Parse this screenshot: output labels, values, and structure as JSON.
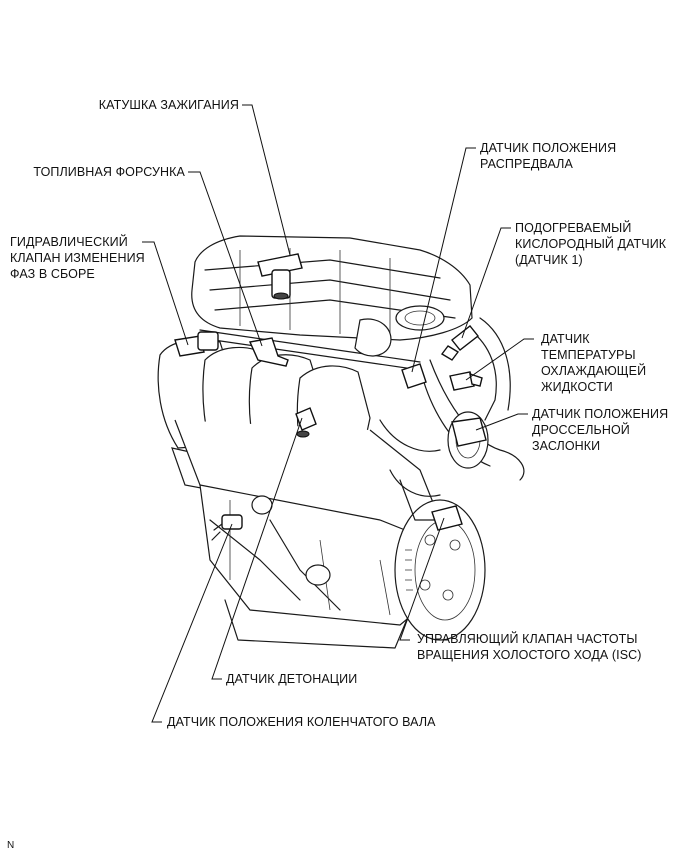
{
  "labels": {
    "ignition_coil": [
      "КАТУШКА ЗАЖИГАНИЯ"
    ],
    "fuel_injector": [
      "ТОПЛИВНАЯ ФОРСУНКА"
    ],
    "vvt_valve": [
      "ГИДРАВЛИЧЕСКИЙ",
      "КЛАПАН ИЗМЕНЕНИЯ",
      "ФАЗ В СБОРЕ"
    ],
    "camshaft_sensor": [
      "ДАТЧИК ПОЛОЖЕНИЯ",
      "РАСПРЕДВАЛА"
    ],
    "oxygen_sensor": [
      "ПОДОГРЕВАЕМЫЙ",
      "КИСЛОРОДНЫЙ ДАТЧИК",
      "(ДАТЧИК 1)"
    ],
    "coolant_sensor": [
      "ДАТЧИК",
      "ТЕМПЕРАТУРЫ",
      "ОХЛАЖДАЮЩЕЙ",
      "ЖИДКОСТИ"
    ],
    "throttle_sensor": [
      "ДАТЧИК ПОЛОЖЕНИЯ",
      "ДРОССЕЛЬНОЙ",
      "ЗАСЛОНКИ"
    ],
    "isc_valve": [
      "УПРАВЛЯЮЩИЙ КЛАПАН ЧАСТОТЫ",
      "ВРАЩЕНИЯ ХОЛОСТОГО ХОДА (ISC)"
    ],
    "knock_sensor": [
      "ДАТЧИК ДЕТОНАЦИИ"
    ],
    "crankshaft_sensor": [
      "ДАТЧИК ПОЛОЖЕНИЯ КОЛЕНЧАТОГО ВАЛА"
    ]
  },
  "figure_code": "N",
  "colors": {
    "line": "#111111",
    "background": "#ffffff"
  }
}
